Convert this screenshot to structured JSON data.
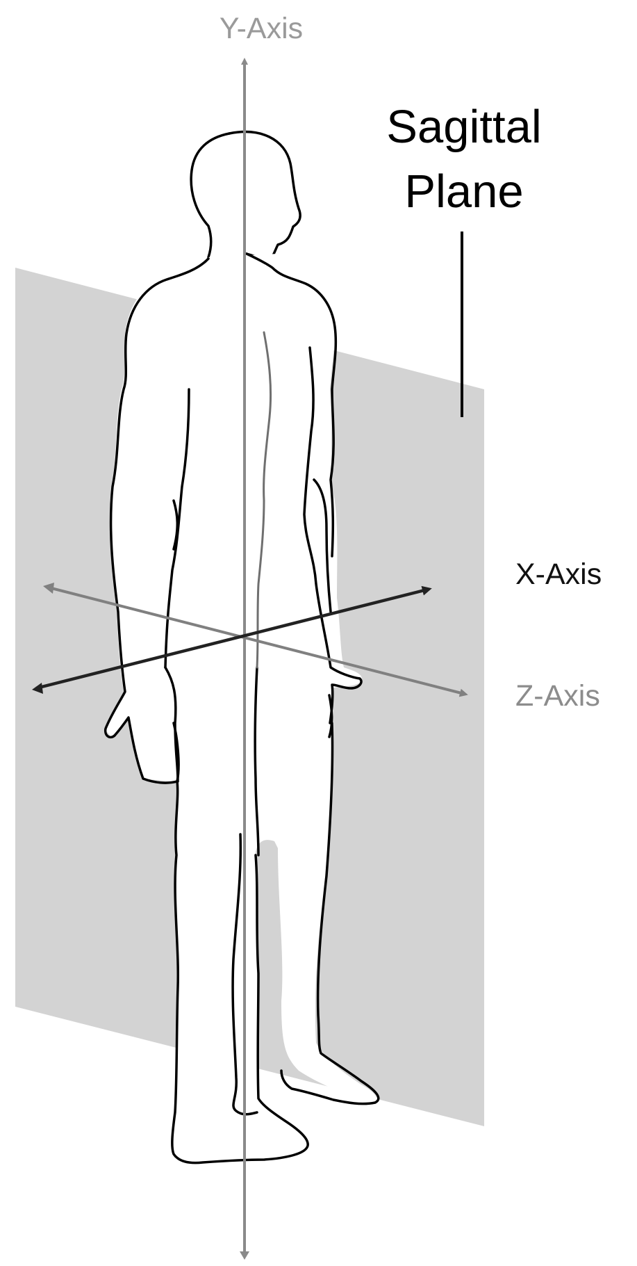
{
  "labels": {
    "y_axis": "Y-Axis",
    "plane_line1": "Sagittal",
    "plane_line2": "Plane",
    "x_axis": "X-Axis",
    "z_axis": "Z-Axis"
  },
  "colors": {
    "plane": "#d3d3d3",
    "y_axis": "#8a8a8a",
    "z_axis": "#808080",
    "x_axis": "#222222",
    "y_label": "#9a9a9a",
    "z_label": "#8c8c8c",
    "x_label": "#111111",
    "plane_label": "#000000",
    "figure_outline": "#000000"
  },
  "icons": {
    "figure": "human-figure-icon"
  }
}
